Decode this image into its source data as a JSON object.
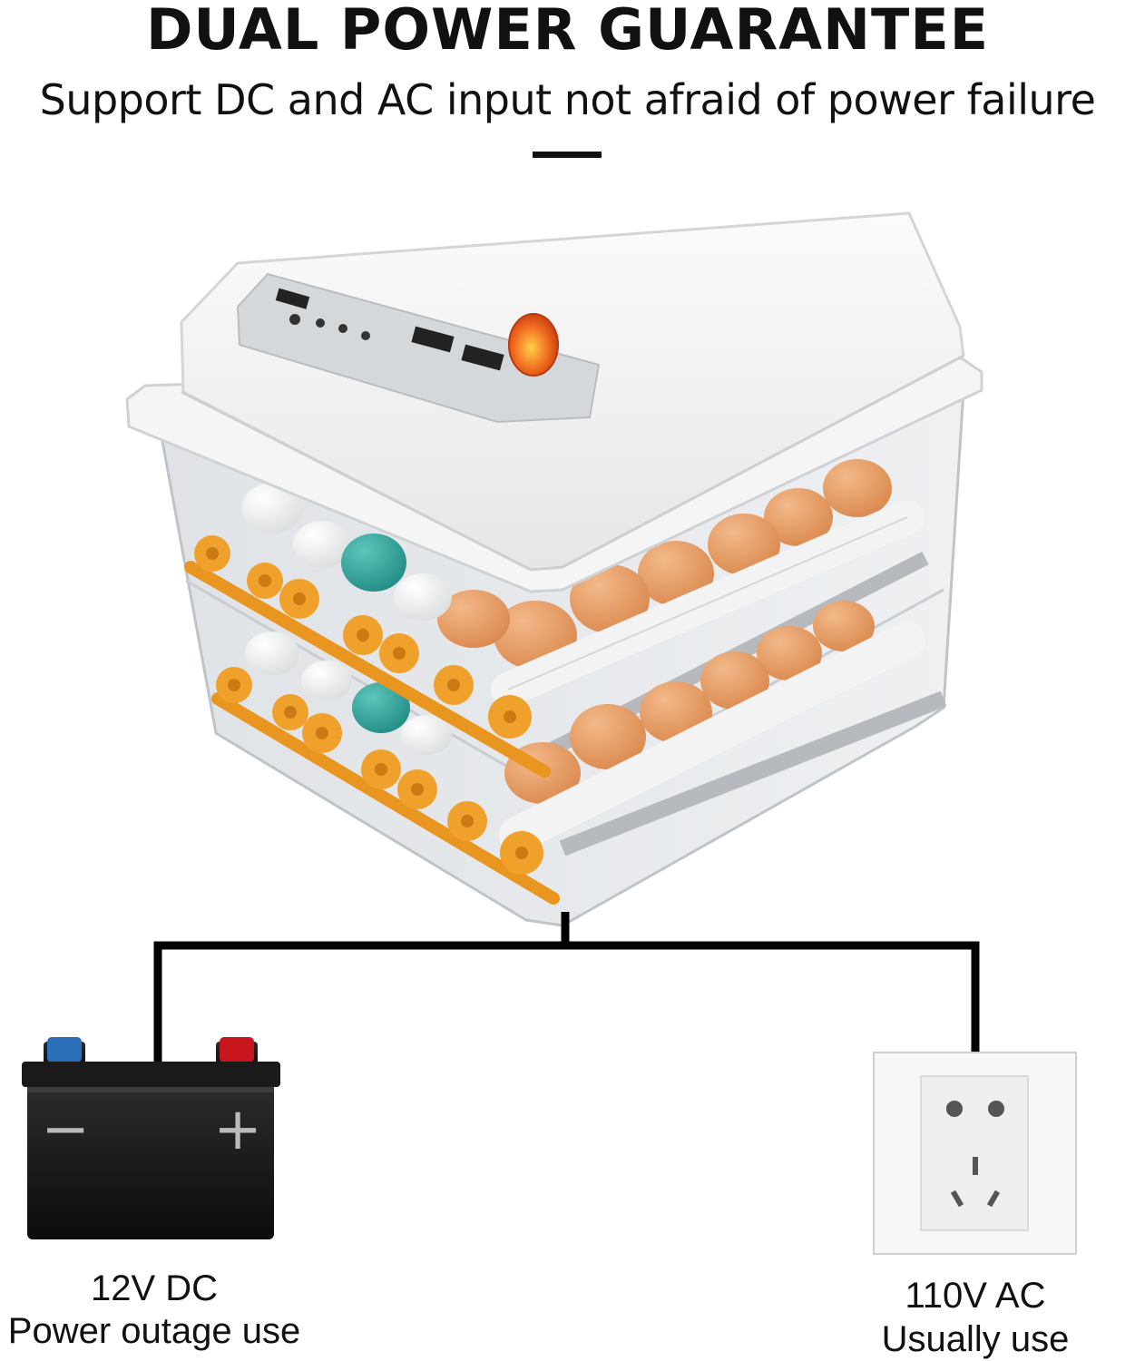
{
  "header": {
    "title": "DUAL POWER GUARANTEE",
    "subtitle": "Support DC and AC input not afraid of power failure"
  },
  "colors": {
    "text": "#111111",
    "egg_brown": "#e0955a",
    "gear_orange": "#f0a12c",
    "egg_teal": "#2fa39a",
    "terminal_blue": "#2a6fb8",
    "terminal_red": "#c8151e",
    "incubator_shell": "#f2f2f2"
  },
  "incubator": {
    "icons": [
      "incubator-icon",
      "control-panel-icon",
      "candling-egg-light-icon"
    ]
  },
  "dc_source": {
    "icon": "car-battery-icon",
    "negative_symbol": "−",
    "positive_symbol": "+",
    "voltage": "12V DC",
    "usage": "Power outage use"
  },
  "ac_source": {
    "icon": "wall-socket-icon",
    "voltage": "110V AC",
    "usage": "Usually use"
  }
}
